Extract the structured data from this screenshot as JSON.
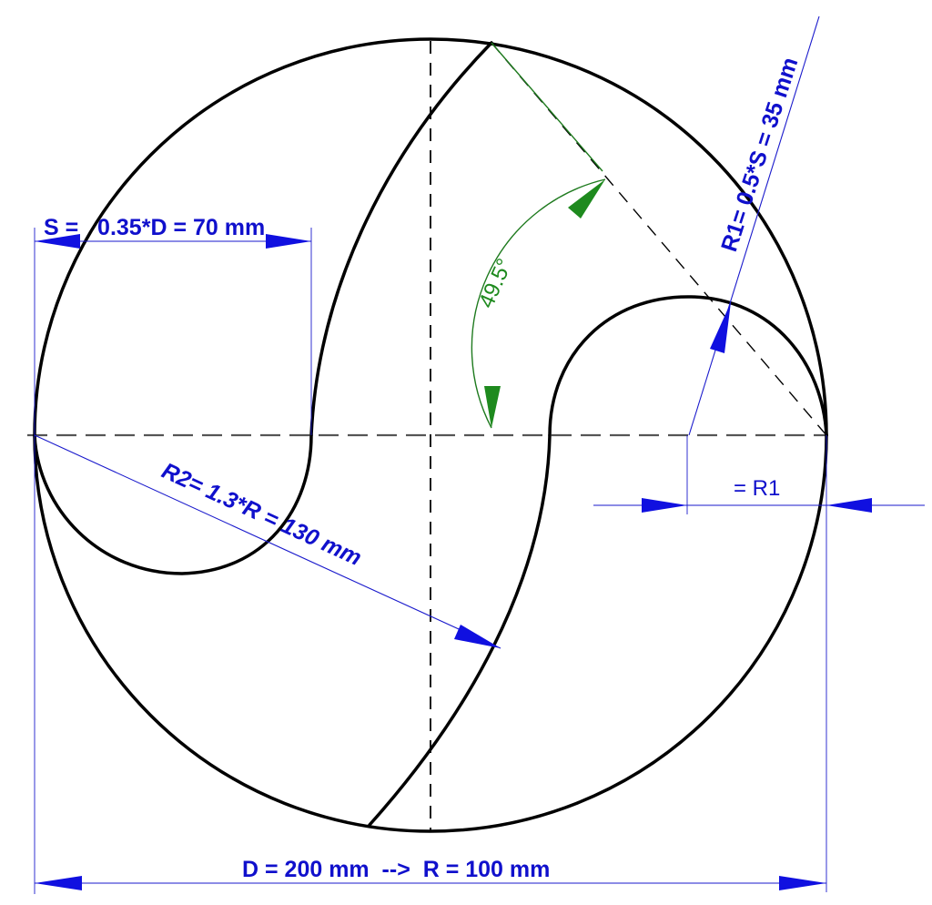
{
  "labels": {
    "s_dimension": "S =   0.35*D = 70 mm",
    "r1_dimension": "R1= 0.5*S = 35 mm",
    "r1_gap": "= R1",
    "r2_dimension": "R2= 1.3*R = 130 mm",
    "d_dimension": "D = 200 mm  -->  R = 100 mm",
    "angle": "49.5°"
  },
  "colors": {
    "outline": "#000000",
    "dimension": "#1010cc",
    "angle": "#1e8a1e",
    "background": "#ffffff"
  }
}
